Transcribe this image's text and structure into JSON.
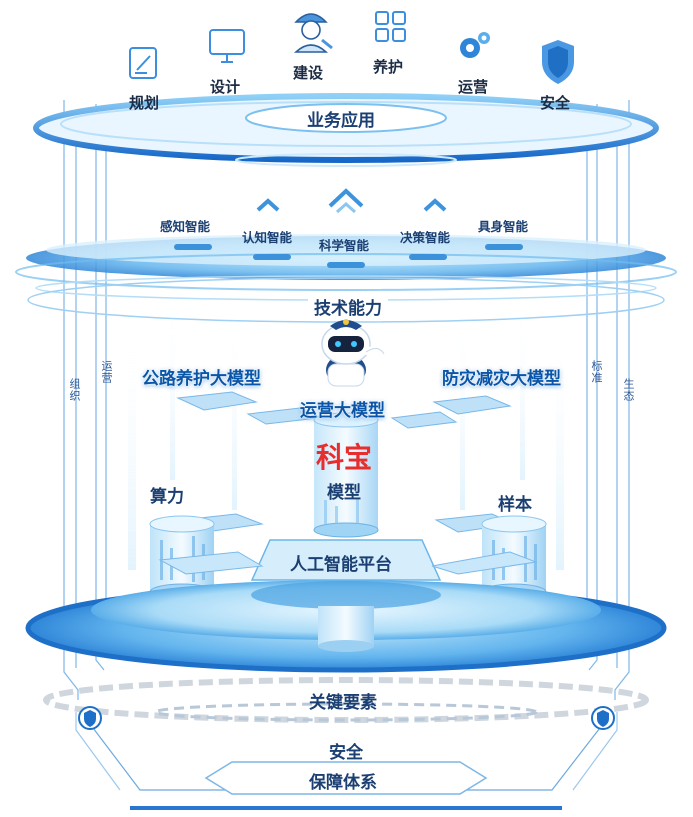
{
  "top_icons": [
    {
      "label": "规划",
      "icon": "planning-icon"
    },
    {
      "label": "设计",
      "icon": "monitor-icon"
    },
    {
      "label": "建设",
      "icon": "construction-worker-icon"
    },
    {
      "label": "养护",
      "icon": "grid-icon"
    },
    {
      "label": "运营",
      "icon": "gears-icon"
    },
    {
      "label": "安全",
      "icon": "shield-icon"
    }
  ],
  "business_layer": {
    "title": "业务应用"
  },
  "intelligence": [
    "感知智能",
    "认知智能",
    "科学智能",
    "决策智能",
    "具身智能"
  ],
  "tech_layer": {
    "title": "技术能力"
  },
  "models": {
    "left": "公路养护大模型",
    "right": "防灾减灾大模型",
    "center": "运营大模型"
  },
  "kebao": {
    "name": "科宝",
    "sub": "模型"
  },
  "pillars": {
    "left": "算力",
    "right": "样本"
  },
  "platform": {
    "title": "人工智能平台"
  },
  "side_labels": {
    "far_left": "组织",
    "left": "运营",
    "right": "标准",
    "far_right": "生态"
  },
  "key_elements": {
    "title": "关键要素"
  },
  "security": {
    "title": "安全",
    "subtitle": "保障体系"
  },
  "colors": {
    "accent": "#1e6fc8",
    "highlight": "#e62e2e",
    "text_dark": "#1b3f72"
  }
}
